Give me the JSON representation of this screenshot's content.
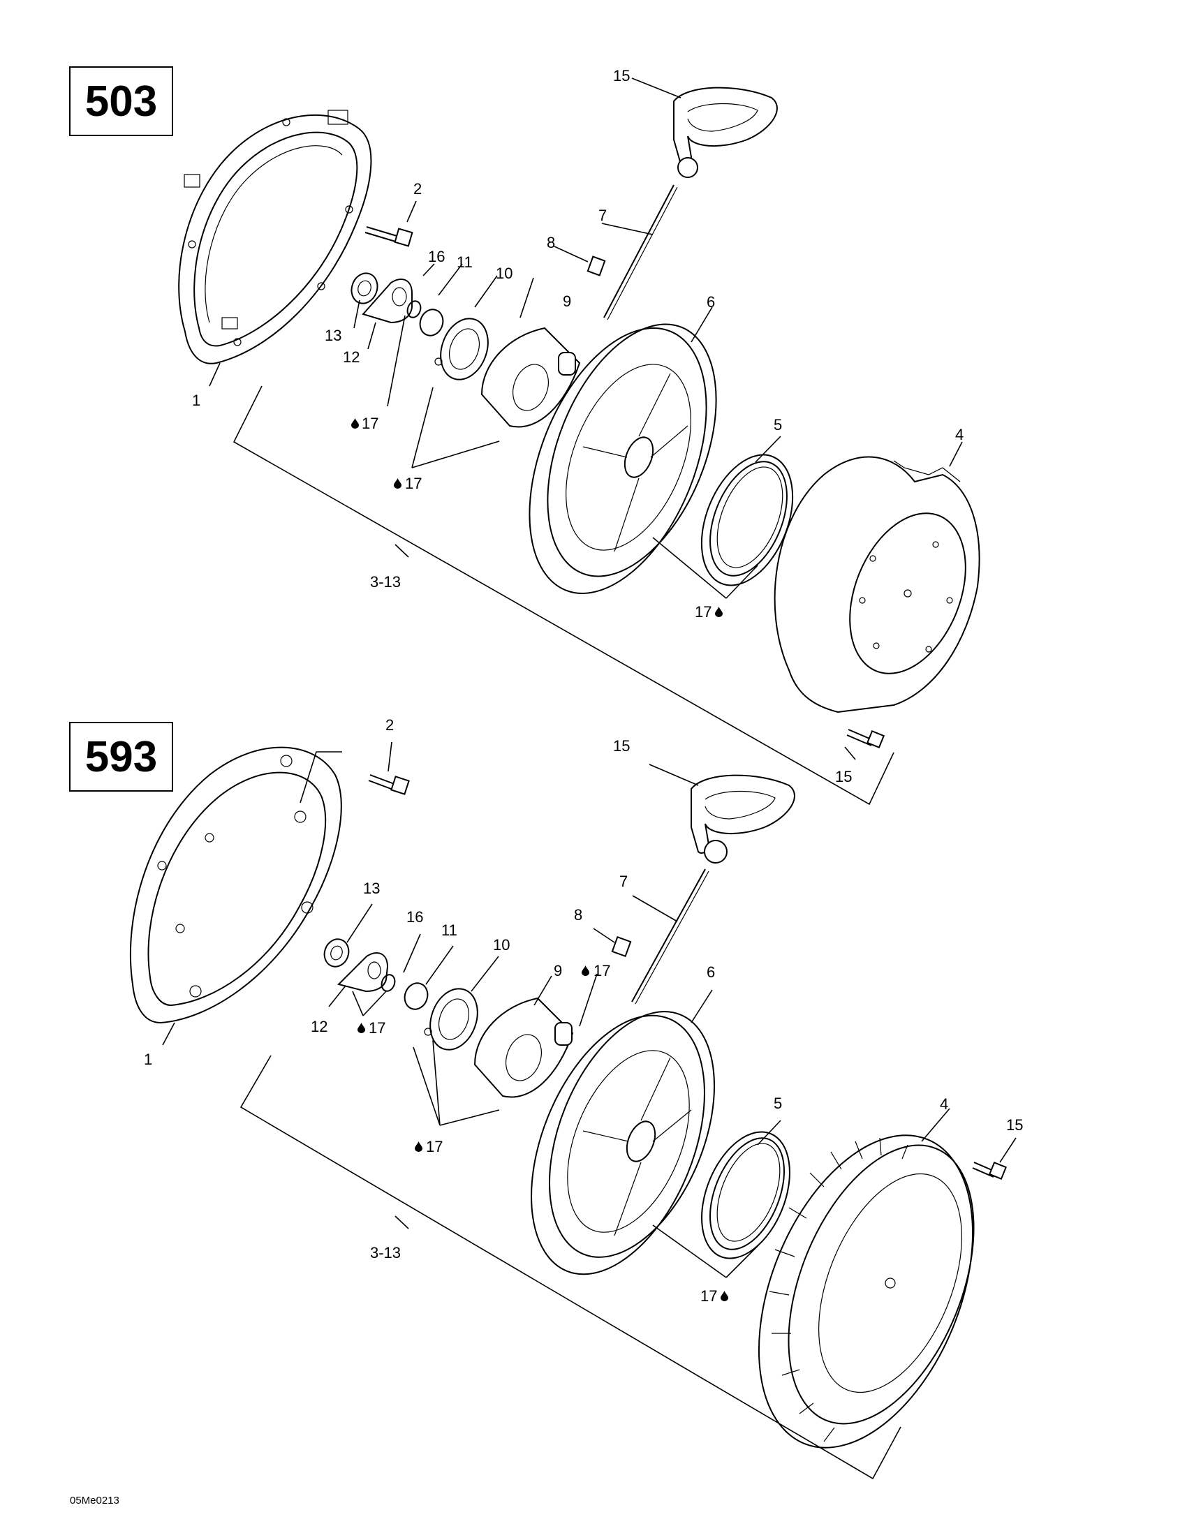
{
  "diagrams": [
    {
      "engine": "503",
      "callouts": [
        {
          "id": "1",
          "text": "1"
        },
        {
          "id": "2",
          "text": "2"
        },
        {
          "id": "3-13",
          "text": "3-13"
        },
        {
          "id": "4",
          "text": "4"
        },
        {
          "id": "5",
          "text": "5"
        },
        {
          "id": "6",
          "text": "6"
        },
        {
          "id": "7",
          "text": "7"
        },
        {
          "id": "8",
          "text": "8"
        },
        {
          "id": "9",
          "text": "9"
        },
        {
          "id": "10",
          "text": "10"
        },
        {
          "id": "11",
          "text": "11"
        },
        {
          "id": "12",
          "text": "12"
        },
        {
          "id": "13",
          "text": "13"
        },
        {
          "id": "15a",
          "text": "15"
        },
        {
          "id": "15b",
          "text": "15"
        },
        {
          "id": "16",
          "text": "16"
        },
        {
          "id": "17a",
          "text": "17"
        },
        {
          "id": "17b",
          "text": "17"
        },
        {
          "id": "17c",
          "text": "17"
        }
      ]
    },
    {
      "engine": "593",
      "callouts": [
        {
          "id": "1",
          "text": "1"
        },
        {
          "id": "2",
          "text": "2"
        },
        {
          "id": "3-13",
          "text": "3-13"
        },
        {
          "id": "4",
          "text": "4"
        },
        {
          "id": "5",
          "text": "5"
        },
        {
          "id": "6",
          "text": "6"
        },
        {
          "id": "7",
          "text": "7"
        },
        {
          "id": "8",
          "text": "8"
        },
        {
          "id": "9",
          "text": "9"
        },
        {
          "id": "10",
          "text": "10"
        },
        {
          "id": "11",
          "text": "11"
        },
        {
          "id": "12",
          "text": "12"
        },
        {
          "id": "13",
          "text": "13"
        },
        {
          "id": "15a",
          "text": "15"
        },
        {
          "id": "15b",
          "text": "15"
        },
        {
          "id": "16",
          "text": "16"
        },
        {
          "id": "17a",
          "text": "17"
        },
        {
          "id": "17b",
          "text": "17"
        },
        {
          "id": "17c",
          "text": "17"
        },
        {
          "id": "17d",
          "text": "17"
        }
      ]
    }
  ],
  "footer_code": "05Me0213",
  "colors": {
    "line": "#000000",
    "background": "#ffffff"
  },
  "icons": {
    "lubricant": "oil-drop-icon"
  }
}
